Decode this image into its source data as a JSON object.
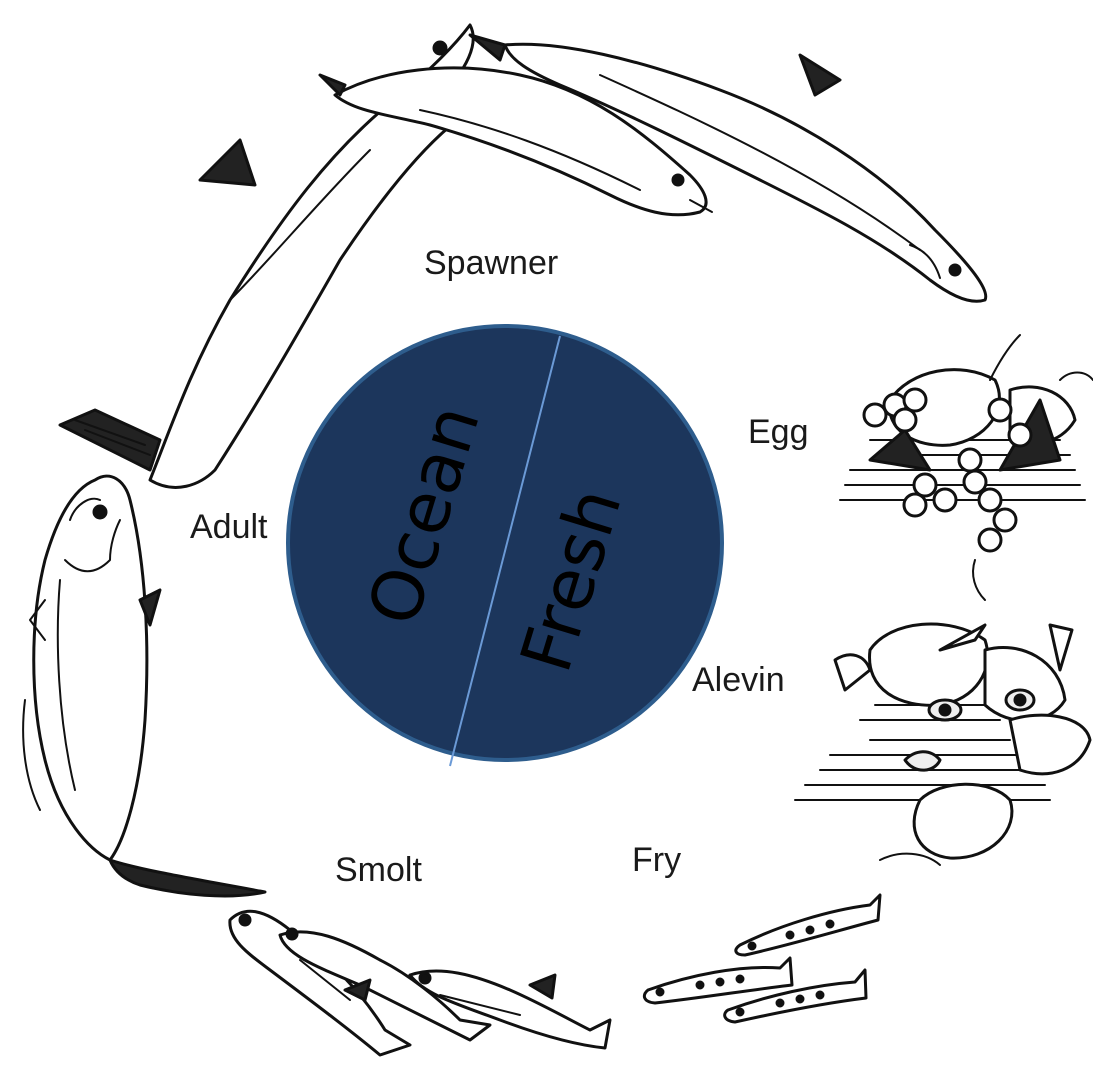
{
  "stages": {
    "spawner": "Spawner",
    "egg": "Egg",
    "alevin": "Alevin",
    "fry": "Fry",
    "smolt": "Smolt",
    "adult": "Adult"
  },
  "center": {
    "ocean": "Ocean",
    "fresh": "Fresh",
    "fill_color": "#1c365c",
    "border_color": "#2e5d8d",
    "divider_color": "#6b9ad6"
  },
  "icons": {
    "spawner": "salmon-spawner-icon",
    "egg": "salmon-eggs-in-gravel-icon",
    "alevin": "alevin-in-gravel-icon",
    "fry": "salmon-fry-icon",
    "smolt": "salmon-smolt-icon",
    "adult": "adult-salmon-icon"
  }
}
